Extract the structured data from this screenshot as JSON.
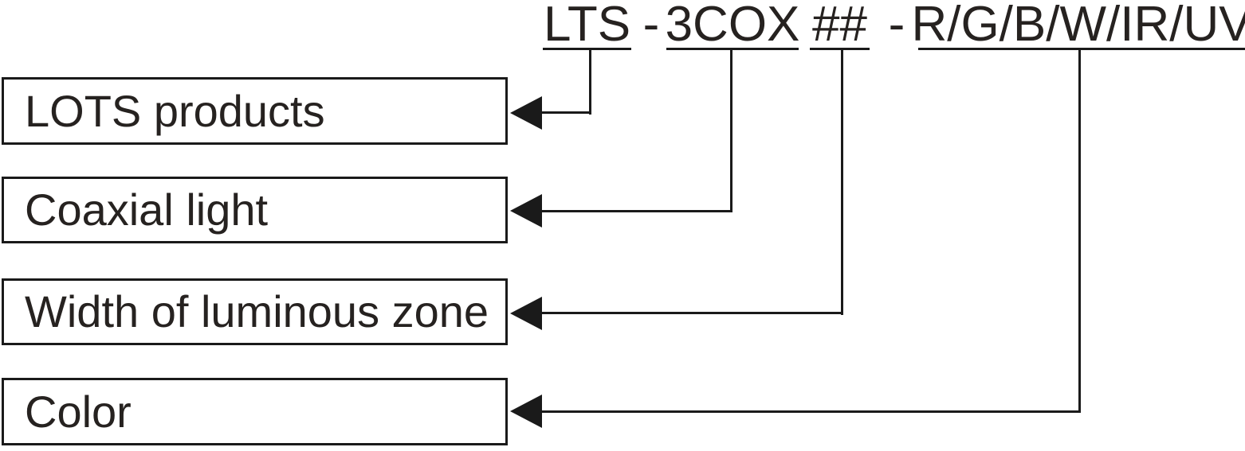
{
  "code_line": {
    "segments": [
      {
        "text": "LTS",
        "meaning": "LOTS products"
      },
      {
        "text": "3COX",
        "meaning": "Coaxial light"
      },
      {
        "text": "##",
        "meaning": "Width of luminous zone"
      },
      {
        "text": "R/G/B/W/IR/UV",
        "meaning": "Color"
      }
    ],
    "separators": [
      "-",
      "-"
    ]
  },
  "legend_rows": [
    {
      "label": "LOTS products"
    },
    {
      "label": "Coaxial light"
    },
    {
      "label": "Width of luminous zone"
    },
    {
      "label": "Color"
    }
  ],
  "icons": {
    "arrow": "left-pointing-solid-triangle"
  },
  "colors": {
    "text": "#262220",
    "line": "#1a1a1a",
    "background": "#ffffff"
  }
}
